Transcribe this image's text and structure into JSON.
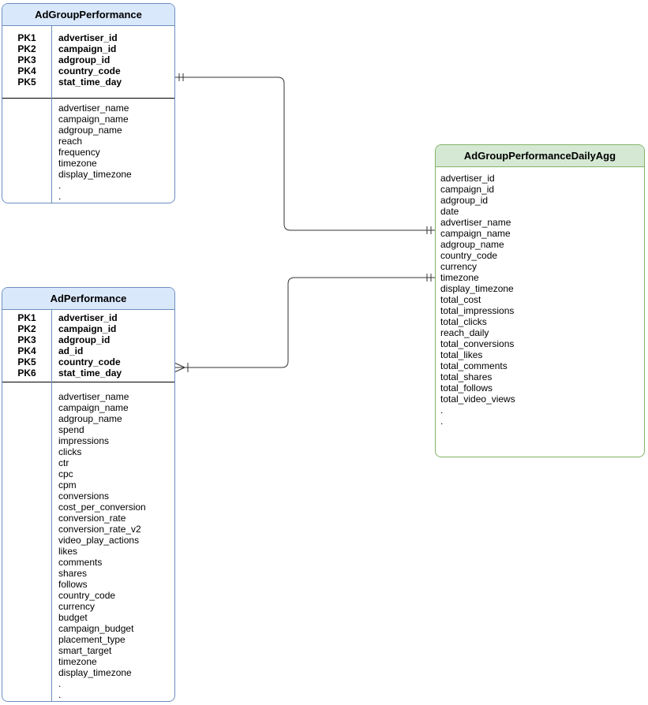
{
  "diagram": {
    "entities": [
      {
        "id": "adgroup_performance",
        "title": "AdGroupPerformance",
        "theme": "blue",
        "header_fill": "#dae8fc",
        "border_color": "#6c8ebf",
        "primary_keys": [
          {
            "label": "PK1",
            "field": "advertiser_id"
          },
          {
            "label": "PK2",
            "field": "campaign_id"
          },
          {
            "label": "PK3",
            "field": "adgroup_id"
          },
          {
            "label": "PK4",
            "field": "country_code"
          },
          {
            "label": "PK5",
            "field": "stat_time_day"
          }
        ],
        "attributes": [
          "advertiser_name",
          "campaign_name",
          "adgroup_name",
          "reach",
          "frequency",
          "timezone",
          "display_timezone",
          ".",
          "."
        ]
      },
      {
        "id": "ad_performance",
        "title": "AdPerformance",
        "theme": "blue",
        "header_fill": "#dae8fc",
        "border_color": "#6c8ebf",
        "primary_keys": [
          {
            "label": "PK1",
            "field": "advertiser_id"
          },
          {
            "label": "PK2",
            "field": "campaign_id"
          },
          {
            "label": "PK3",
            "field": "adgroup_id"
          },
          {
            "label": "PK4",
            "field": "ad_id"
          },
          {
            "label": "PK5",
            "field": "country_code"
          },
          {
            "label": "PK6",
            "field": "stat_time_day"
          }
        ],
        "attributes": [
          "advertiser_name",
          "campaign_name",
          "adgroup_name",
          "spend",
          "impressions",
          "clicks",
          "ctr",
          "cpc",
          "cpm",
          "conversions",
          "cost_per_conversion",
          "conversion_rate",
          "conversion_rate_v2",
          "video_play_actions",
          "likes",
          "comments",
          "shares",
          "follows",
          "country_code",
          "currency",
          "budget",
          "campaign_budget",
          "placement_type",
          "smart_target",
          "timezone",
          "display_timezone",
          ".",
          "."
        ]
      },
      {
        "id": "adgroup_performance_daily_agg",
        "title": "AdGroupPerformanceDailyAgg",
        "theme": "green",
        "header_fill": "#d5e8d4",
        "border_color": "#82b366",
        "primary_keys": [],
        "attributes": [
          "advertiser_id",
          "campaign_id",
          "adgroup_id",
          "date",
          "advertiser_name",
          "campaign_name",
          "adgroup_name",
          "country_code",
          "currency",
          "timezone",
          "display_timezone",
          "total_cost",
          "total_impressions",
          "total_clicks",
          "reach_daily",
          "total_conversions",
          "total_likes",
          "total_comments",
          "total_shares",
          "total_follows",
          "total_video_views",
          ".",
          "."
        ]
      }
    ],
    "relationships": [
      {
        "from": "AdGroupPerformance",
        "to": "AdGroupPerformanceDailyAgg",
        "from_cardinality": "one-and-only-one",
        "to_cardinality": "one-and-only-one"
      },
      {
        "from": "AdPerformance",
        "to": "AdGroupPerformanceDailyAgg",
        "from_cardinality": "one-or-many",
        "to_cardinality": "one-and-only-one"
      }
    ]
  }
}
